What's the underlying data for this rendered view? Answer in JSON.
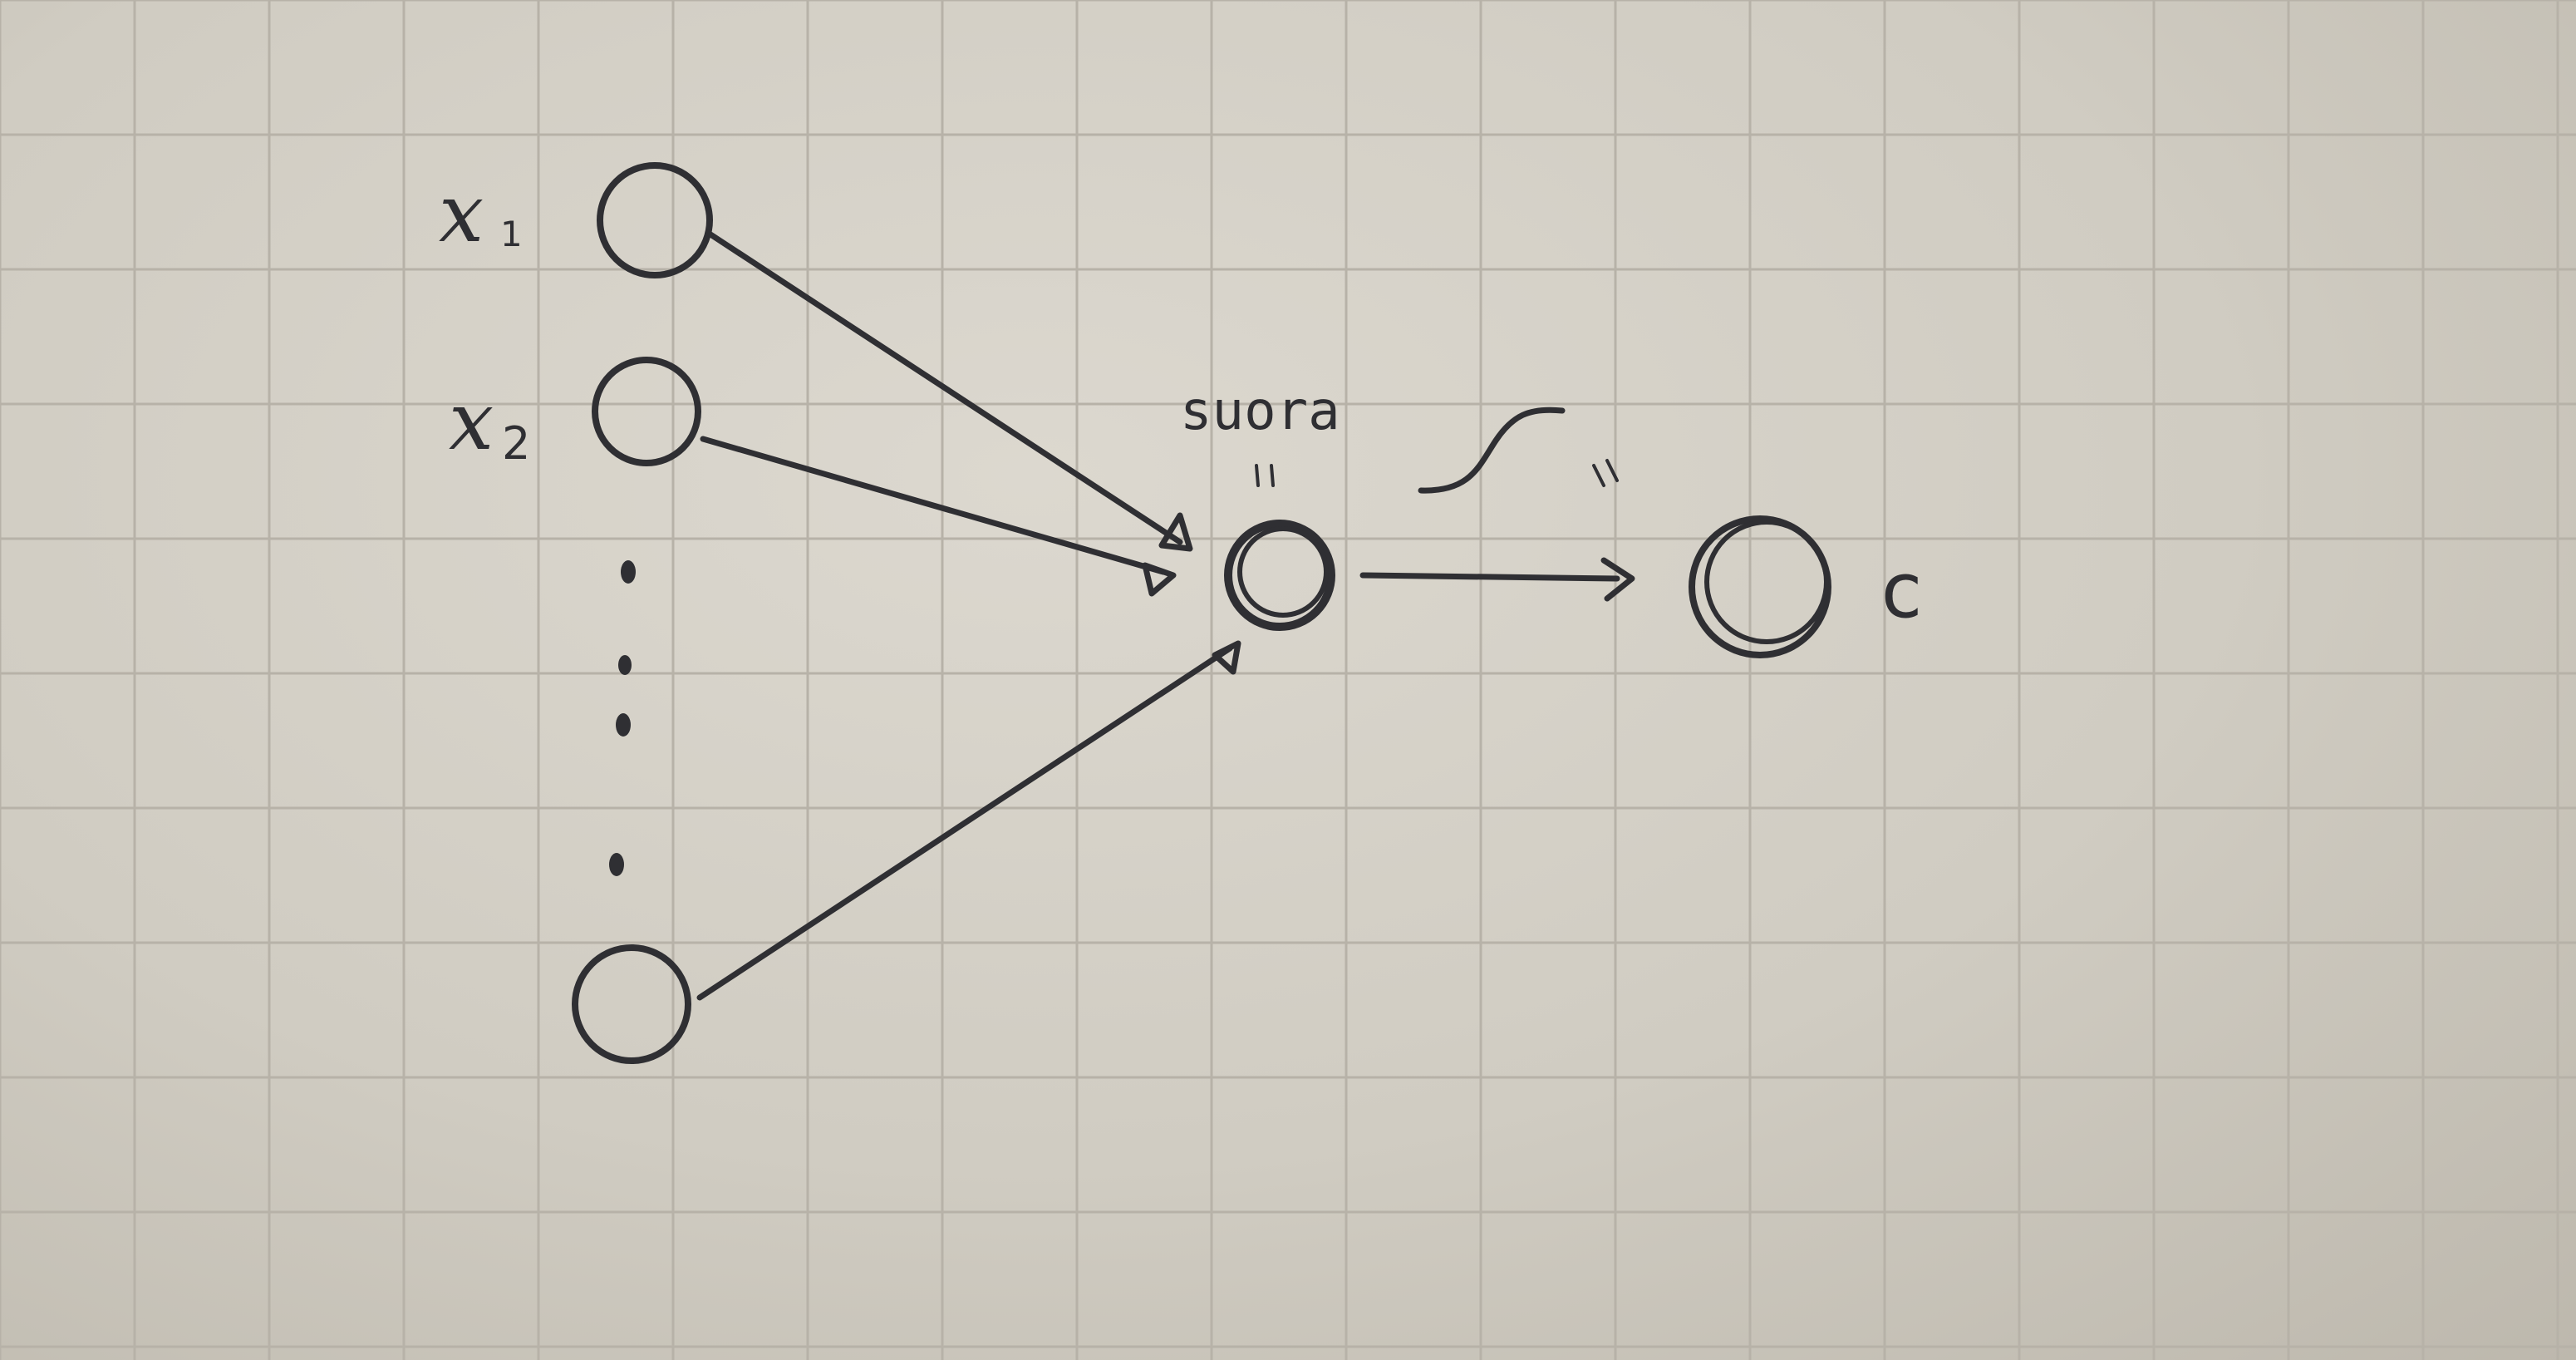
{
  "labels": {
    "x1_main": "x",
    "x1_sub": "1",
    "x2_main": "x",
    "x2_sub": "2",
    "line_word": "suora",
    "output": "c"
  },
  "colors": {
    "ink": "#2f2f33",
    "paper": "#d6d2c8",
    "grid": "#b7b2a8"
  }
}
